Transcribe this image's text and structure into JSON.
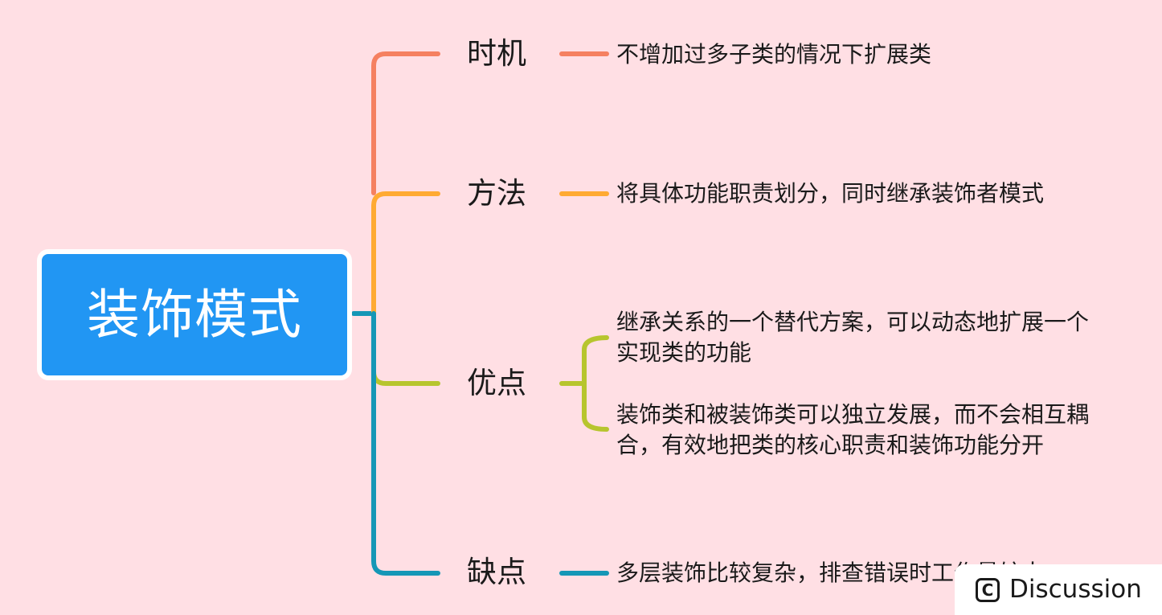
{
  "root": {
    "label": "装饰模式",
    "color": "#2196F3"
  },
  "branches": [
    {
      "label": "时机",
      "color": "#F58060",
      "leaves": [
        "不增加过多子类的情况下扩展类"
      ]
    },
    {
      "label": "方法",
      "color": "#FFAA33",
      "leaves": [
        "将具体功能职责划分，同时继承装饰者模式"
      ]
    },
    {
      "label": "优点",
      "color": "#B7C52E",
      "leaves": [
        "继承关系的一个替代方案，可以动态地扩展一个",
        "实现类的功能",
        "装饰类和被装饰类可以独立发展，而不会相互耦",
        "合，有效地把类的核心职责和装饰功能分开"
      ]
    },
    {
      "label": "缺点",
      "color": "#1597B6",
      "leaves": [
        "多层装饰比较复杂，排查错误时工作量较大"
      ]
    }
  ],
  "watermark": {
    "icon": "copyright-c-icon",
    "text": "Discussion"
  }
}
